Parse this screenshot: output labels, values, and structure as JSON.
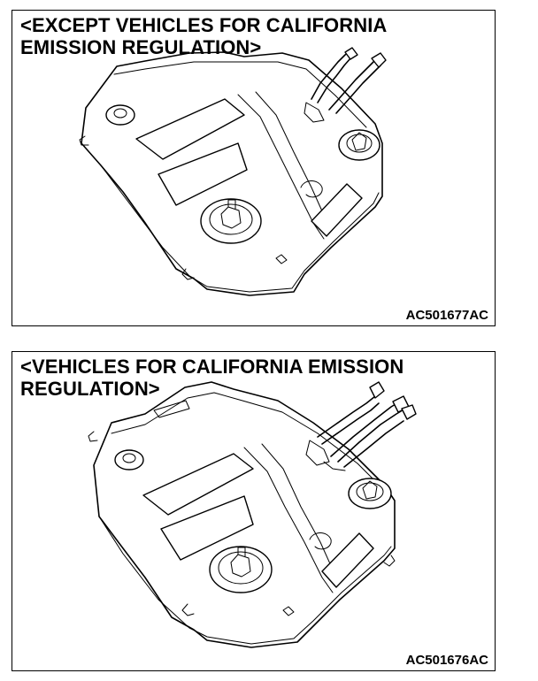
{
  "panels": [
    {
      "title_line1": "<EXCEPT VEHICLES FOR CALIFORNIA",
      "title_line2": "EMISSION REGULATION>",
      "figure_code": "AC501677AC"
    },
    {
      "title_line1": "<VEHICLES FOR CALIFORNIA EMISSION",
      "title_line2": "REGULATION>",
      "figure_code": "AC501676AC"
    }
  ]
}
